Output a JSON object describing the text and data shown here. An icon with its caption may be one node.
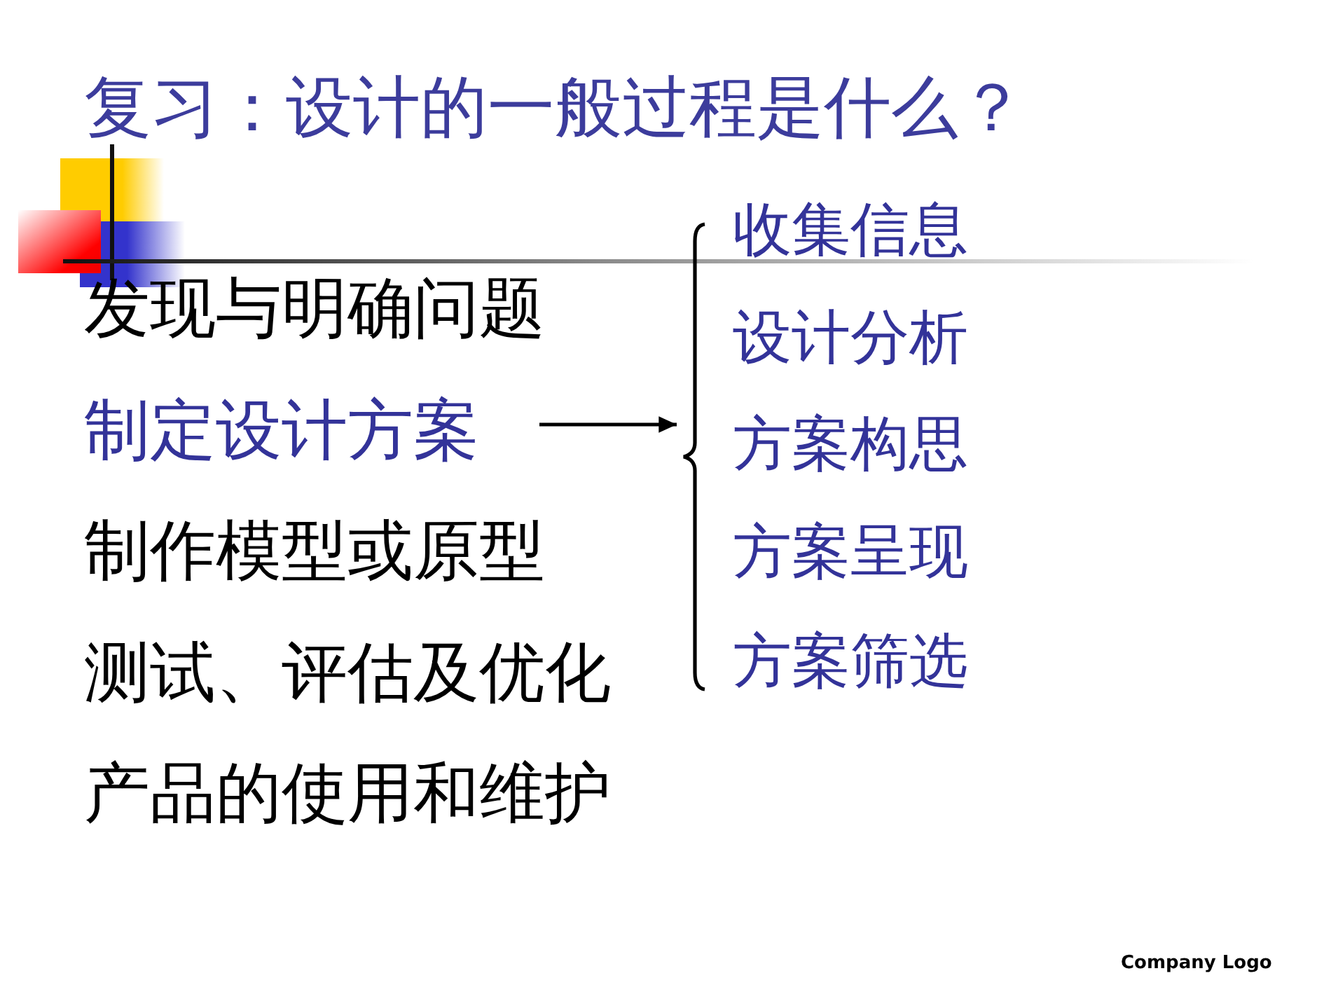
{
  "diagram": {
    "title": "复习：设计的一般过程是什么？",
    "nodes": [
      {
        "text": [
          "发现与明确问题"
        ]
      },
      {
        "text": [
          "制定设计方案"
        ]
      },
      {
        "text": [
          "制作模型或原型"
        ]
      },
      {
        "text": [
          "测试、评估及优化"
        ]
      },
      {
        "text": [
          "产品的使用和维护"
        ]
      },
      {
        "text": [],
        "shape": "brace"
      },
      {
        "text": [
          "收集信息"
        ]
      },
      {
        "text": [
          "设计分析"
        ]
      },
      {
        "text": [
          "方案构思"
        ]
      },
      {
        "text": [
          "方案呈现"
        ]
      },
      {
        "text": [
          "方案筛选"
        ]
      }
    ],
    "edges": [
      {
        "from": 1,
        "to": 5,
        "arrow": "to"
      }
    ],
    "labels": [
      "Company Logo"
    ]
  }
}
